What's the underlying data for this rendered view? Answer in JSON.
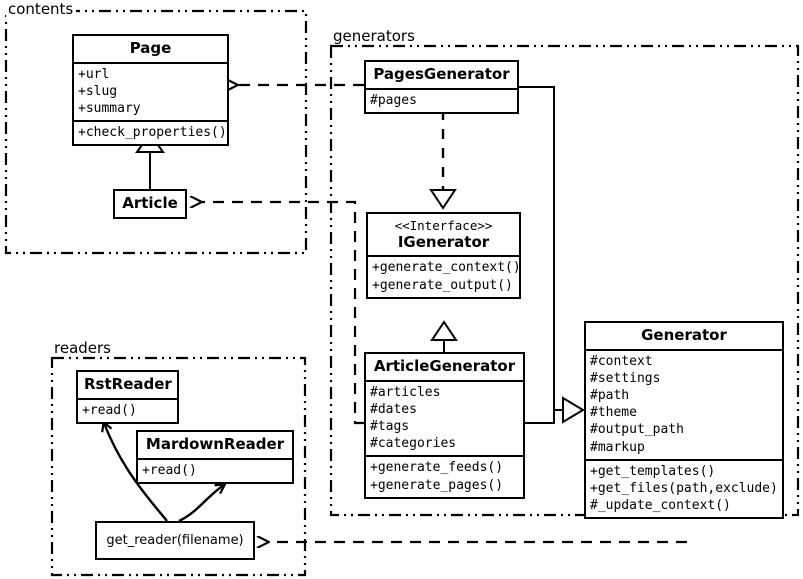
{
  "diagram": {
    "title": "Pelican architecture UML class diagram",
    "stroke_color": "#000000",
    "background": "#ffffff"
  },
  "packages": [
    {
      "id": "contents",
      "label": "contents"
    },
    {
      "id": "generators",
      "label": "generators"
    },
    {
      "id": "readers",
      "label": "readers"
    }
  ],
  "classes": {
    "page": {
      "name": "Page",
      "attributes": [
        "+url",
        "+slug",
        "+summary"
      ],
      "methods": [
        "+check_properties()"
      ]
    },
    "article": {
      "name": "Article",
      "attributes": [],
      "methods": []
    },
    "pages_generator": {
      "name": "PagesGenerator",
      "attributes": [
        "#pages"
      ],
      "methods": []
    },
    "igenerator": {
      "stereotype": "<<Interface>>",
      "name": "IGenerator",
      "attributes": [],
      "methods": [
        "+generate_context()",
        "+generate_output()"
      ]
    },
    "article_generator": {
      "name": "ArticleGenerator",
      "attributes": [
        "#articles",
        "#dates",
        "#tags",
        "#categories"
      ],
      "methods": [
        "+generate_feeds()",
        "+generate_pages()"
      ]
    },
    "generator": {
      "name": "Generator",
      "attributes": [
        "#context",
        "#settings",
        "#path",
        "#theme",
        "#output_path",
        "#markup"
      ],
      "methods": [
        "+get_templates()",
        "+get_files(path,exclude)",
        "#_update_context()"
      ]
    },
    "rst_reader": {
      "name": "RstReader",
      "attributes": [],
      "methods": [
        "+read()"
      ]
    },
    "mardown_reader": {
      "name": "MardownReader",
      "attributes": [],
      "methods": [
        "+read()"
      ]
    },
    "get_reader": {
      "name": "get_reader(filename)"
    }
  },
  "relations": [
    {
      "id": "article-inherits-page",
      "type": "generalization",
      "from": "Article",
      "to": "Page",
      "style": "solid",
      "arrow": "hollow-triangle"
    },
    {
      "id": "pagesgenerator-realizes-igenerator",
      "type": "realization",
      "from": "PagesGenerator",
      "to": "IGenerator",
      "style": "dashed",
      "arrow": "hollow-triangle"
    },
    {
      "id": "articlegenerator-inherits-igenerator",
      "type": "generalization",
      "from": "ArticleGenerator",
      "to": "IGenerator",
      "style": "solid",
      "arrow": "hollow-triangle"
    },
    {
      "id": "pagesgenerator-inherits-generator",
      "type": "generalization",
      "from": "PagesGenerator",
      "to": "Generator",
      "style": "solid",
      "arrow": "hollow-triangle"
    },
    {
      "id": "articlegenerator-inherits-generator",
      "type": "generalization",
      "from": "ArticleGenerator",
      "to": "Generator",
      "style": "solid",
      "arrow": "hollow-triangle"
    },
    {
      "id": "pagesgenerator-uses-page",
      "type": "dependency",
      "from": "PagesGenerator",
      "to": "Page",
      "style": "dashed",
      "arrow": "open"
    },
    {
      "id": "articlegenerator-uses-article",
      "type": "dependency",
      "from": "ArticleGenerator",
      "to": "Article",
      "style": "dashed",
      "arrow": "open"
    },
    {
      "id": "generator-uses-get-reader",
      "type": "dependency",
      "from": "Generator",
      "to": "get_reader",
      "style": "dashed",
      "arrow": "open"
    },
    {
      "id": "get-reader-returns-rstreader",
      "type": "return",
      "from": "get_reader",
      "to": "RstReader",
      "style": "curved",
      "arrow": "open"
    },
    {
      "id": "get-reader-returns-mardownreader",
      "type": "return",
      "from": "get_reader",
      "to": "MardownReader",
      "style": "curved",
      "arrow": "open"
    }
  ]
}
